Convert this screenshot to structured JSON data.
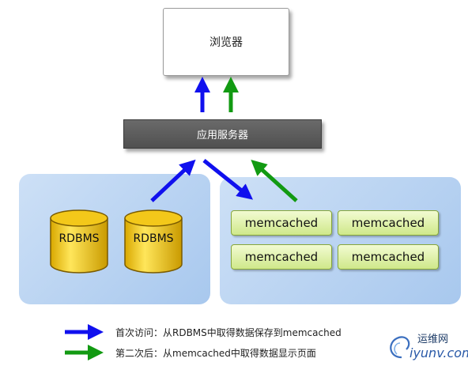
{
  "browser_label": "浏览器",
  "server_label": "应用服务器",
  "databases": [
    "RDBMS",
    "RDBMS"
  ],
  "caches": [
    "memcached",
    "memcached",
    "memcached",
    "memcached"
  ],
  "legend": [
    {
      "text": "首次访问：从RDBMS中取得数据保存到memcached",
      "color": "#1010ee"
    },
    {
      "text": "第二次后：从memcached中取得数据显示页面",
      "color": "#129a12"
    }
  ],
  "watermark": {
    "site": "运维网",
    "url": "iyunv.com"
  }
}
